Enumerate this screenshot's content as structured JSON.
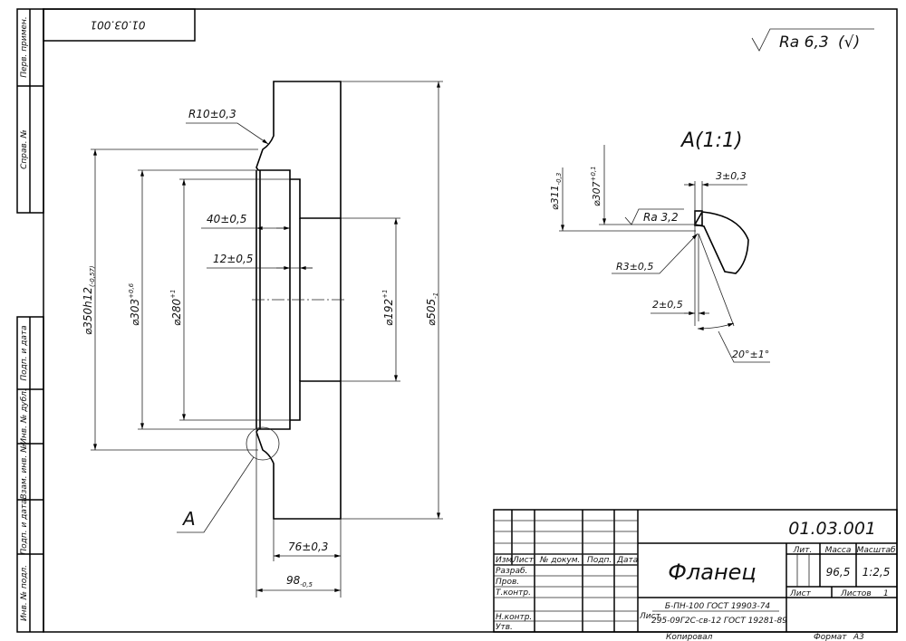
{
  "stamp_code": "01.03.001",
  "roughness_general": {
    "value": "Ra 6,3",
    "suffix": "(√)"
  },
  "side_strip": [
    "Перв. примен.",
    "Справ. №",
    "Подп. и дата",
    "Инв. № дубл.",
    "Взам. инв. №",
    "Подп. и дата",
    "Инв. № подл."
  ],
  "main_view": {
    "radius": "R10±0,3",
    "d350": {
      "main": "⌀350h12",
      "tol": "(-0,57)"
    },
    "d303": {
      "main": "⌀303",
      "tol": "+0,6"
    },
    "d280": {
      "main": "⌀280",
      "tol": "+1"
    },
    "d192": {
      "main": "⌀192",
      "tol": "+1"
    },
    "d505": {
      "main": "⌀505",
      "tol": "-1"
    },
    "dim40": "40±0,5",
    "dim12": "12±0,5",
    "dim76": "76±0,3",
    "dim98": {
      "main": "98",
      "tol": "-0,5"
    },
    "detail_mark": "A"
  },
  "detail_view": {
    "title": "A(1:1)",
    "d311": {
      "main": "⌀311",
      "tol": "-0,3"
    },
    "d307": {
      "main": "⌀307",
      "tol": "+0,1"
    },
    "roughness": "Ra 3,2",
    "dim3": "3±0,3",
    "radius": "R3±0,5",
    "dim2": "2±0,5",
    "angle": "20°±1°"
  },
  "title_block": {
    "designation": "01.03.001",
    "name": "Фланец",
    "headers": [
      "Изм.",
      "Лист",
      "№ докум.",
      "Подп.",
      "Дата"
    ],
    "roles": [
      "Разраб.",
      "Пров.",
      "Т.контр.",
      "Н.контр.",
      "Утв."
    ],
    "lit_label": "Лит.",
    "mass_label": "Масса",
    "scale_label": "Масштаб",
    "mass": "96,5",
    "scale": "1:2,5",
    "sheet_label": "Лист",
    "sheets_label": "Листов",
    "sheets": "1",
    "material_top": "Б-ПН-100 ГОСТ 19903-74",
    "material_prefix": "Лист",
    "material_bottom": "295-09Г2С-св-12 ГОСТ 19281-89",
    "copied": "Копировал",
    "format_label": "Формат",
    "format": "А3"
  }
}
